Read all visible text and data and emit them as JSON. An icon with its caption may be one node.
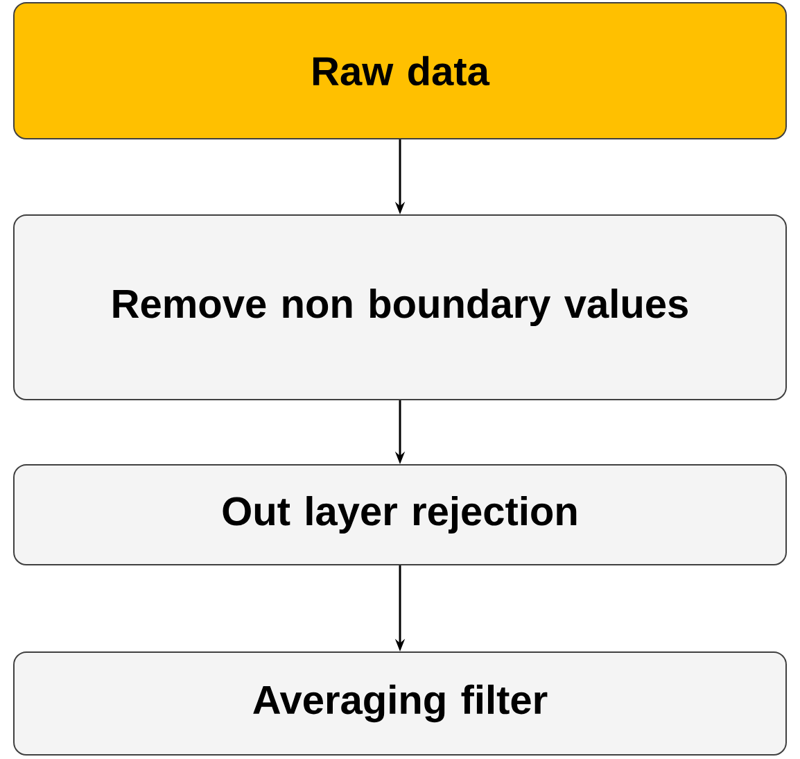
{
  "diagram": {
    "nodes": [
      {
        "text": [
          "Raw data"
        ]
      },
      {
        "text": [
          "Remove non boundary values"
        ]
      },
      {
        "text": [
          "Out layer rejection"
        ]
      },
      {
        "text": [
          "Averaging filter"
        ]
      }
    ],
    "edges": [
      {
        "from": 0,
        "to": 1,
        "arrow": "to"
      },
      {
        "from": 1,
        "to": 2,
        "arrow": "to"
      },
      {
        "from": 2,
        "to": 3,
        "arrow": "to"
      }
    ]
  }
}
